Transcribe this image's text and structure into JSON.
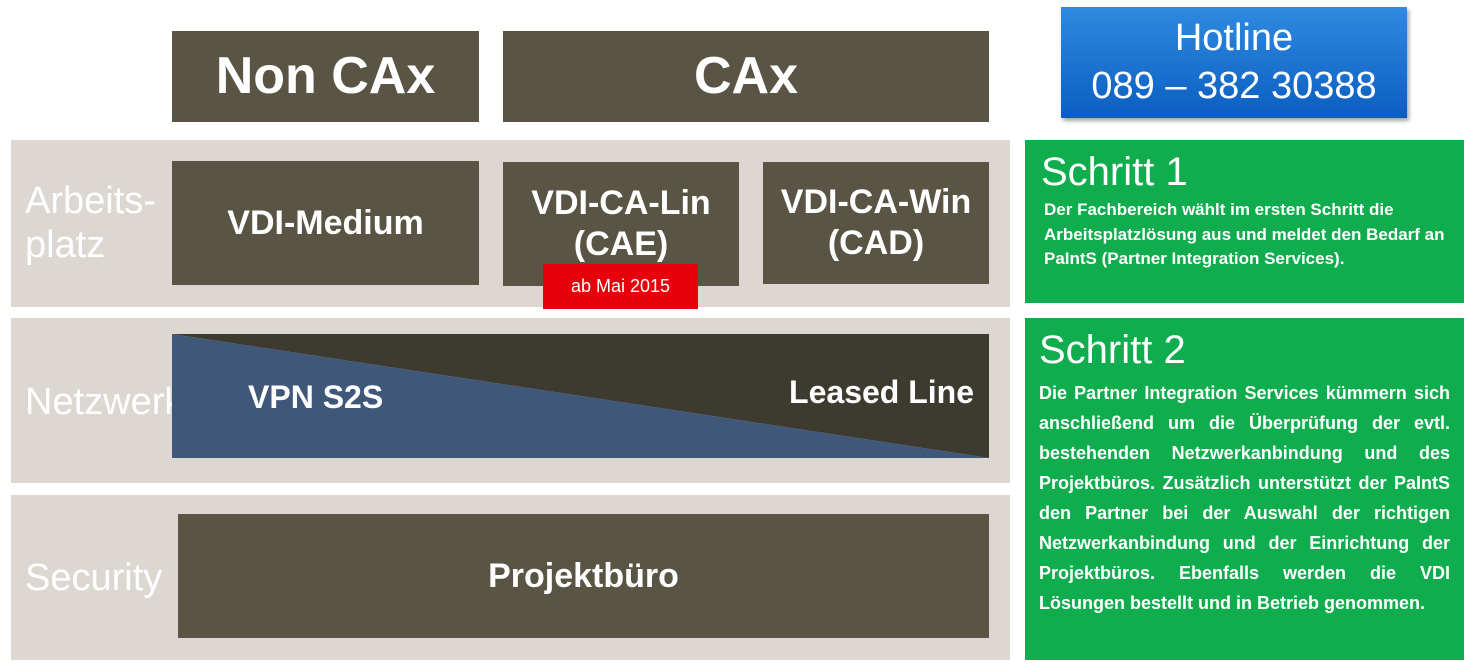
{
  "columns": {
    "non_cax": "Non CAx",
    "cax": "CAx"
  },
  "hotline": {
    "title": "Hotline",
    "number": "089 – 382 30388"
  },
  "rows": {
    "arbeitsplatz": {
      "label_line1": "Arbeits-",
      "label_line2": "platz"
    },
    "netzwerk": {
      "label": "Netzwerk"
    },
    "security": {
      "label": "Security"
    }
  },
  "boxes": {
    "vdi_medium": "VDI-Medium",
    "vdi_ca_lin_line1": "VDI-CA-Lin",
    "vdi_ca_lin_line2": "(CAE)",
    "vdi_ca_win_line1": "VDI-CA-Win",
    "vdi_ca_win_line2": "(CAD)",
    "ab_mai": "ab Mai 2015",
    "vpn": "VPN S2S",
    "leased": "Leased Line",
    "projektbuero": "Projektbüro"
  },
  "steps": [
    {
      "title": "Schritt 1",
      "text": "Der Fachbereich wählt im ersten Schritt die Arbeitsplatzlösung aus und meldet den Bedarf an PaIntS (Partner Integration Services)."
    },
    {
      "title": "Schritt 2",
      "text": "Die Partner Integration Services kümmern sich anschließend um die Überprüfung der evtl. bestehenden Netzwerkanbindung und des Projektbüros. Zusätzlich unterstützt der PaIntS den Partner bei der Auswahl der richtigen Netzwerkanbindung und der Einrichtung der Projektbüros.  Ebenfalls werden die VDI  Lösungen bestellt und in Betrieb genommen."
    }
  ],
  "colors": {
    "box": "#5a5444",
    "band": "#dcd8d1",
    "vpn_blue": "#3f587a",
    "leased_dark": "#3d3a2f",
    "step_green": "#0fad4d",
    "hotline_blue": "#1a72d0",
    "tag_red": "#e8000d"
  }
}
